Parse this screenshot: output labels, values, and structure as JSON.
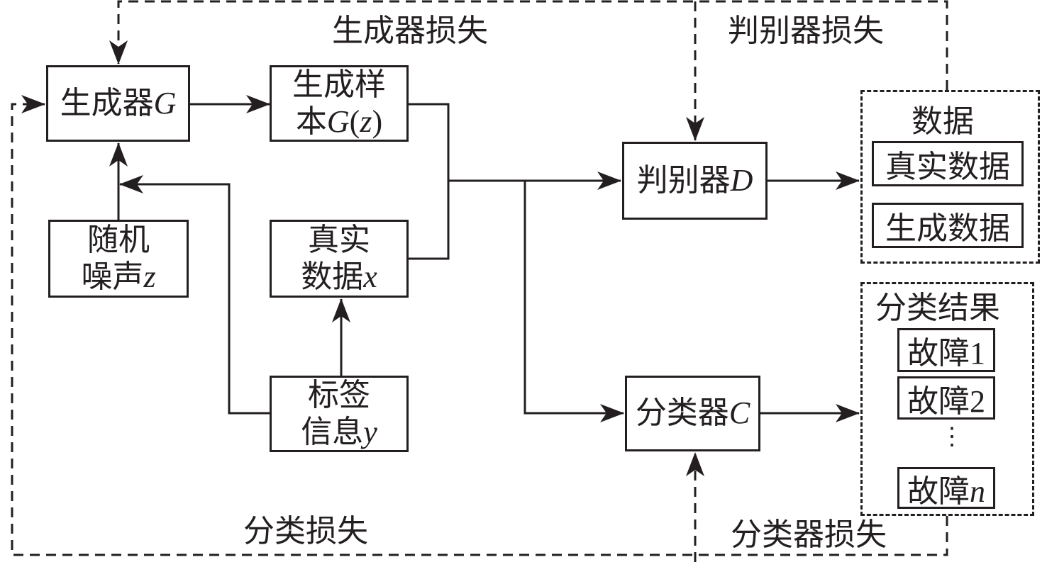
{
  "diagram": {
    "type": "flowchart",
    "title": "Conditional GAN based fault classification framework",
    "nodes": {
      "generator": {
        "label": "生成器",
        "symbol": "G"
      },
      "generated_sample": {
        "line1": "生成样",
        "line2": "本",
        "symbol": "G",
        "paren_open": "(",
        "arg": "z",
        "paren_close": ")"
      },
      "noise": {
        "line1": "随机",
        "line2": "噪声",
        "symbol": "z"
      },
      "real_data": {
        "line1": "真实",
        "line2": "数据",
        "symbol": "x"
      },
      "label_info": {
        "line1": "标签",
        "line2": "信息",
        "symbol": "y"
      },
      "discriminator": {
        "label": "判别器",
        "symbol": "D"
      },
      "classifier": {
        "label": "分类器",
        "symbol": "C"
      }
    },
    "groups": {
      "data": {
        "title": "数据",
        "items": [
          "真实数据",
          "生成数据"
        ]
      },
      "classification_result": {
        "title": "分类结果",
        "items": [
          {
            "text": "故障",
            "index": "1",
            "italic": false
          },
          {
            "text": "故障",
            "index": "2",
            "italic": false
          },
          {
            "text": "故障",
            "index": "n",
            "italic": true
          }
        ],
        "ellipsis": "⋮"
      }
    },
    "loss_labels": {
      "generator_loss": "生成器损失",
      "discriminator_loss": "判别器损失",
      "classification_loss": "分类损失",
      "classifier_loss": "分类器损失"
    },
    "edges": [
      {
        "from": "generator",
        "to": "generated_sample",
        "style": "solid"
      },
      {
        "from": "noise",
        "to": "generator",
        "style": "solid"
      },
      {
        "from": "label_info",
        "to": "generator",
        "style": "solid"
      },
      {
        "from": "label_info",
        "to": "real_data",
        "style": "solid"
      },
      {
        "from": "generated_sample",
        "to": "discriminator",
        "style": "solid"
      },
      {
        "from": "real_data",
        "to": "discriminator",
        "style": "solid"
      },
      {
        "from": "generated_sample",
        "to": "classifier",
        "style": "solid"
      },
      {
        "from": "real_data",
        "to": "classifier",
        "style": "solid"
      },
      {
        "from": "discriminator",
        "to": "data",
        "style": "solid"
      },
      {
        "from": "classifier",
        "to": "classification_result",
        "style": "solid"
      },
      {
        "from": "data",
        "to": "generator",
        "style": "dashed",
        "label": "生成器损失"
      },
      {
        "from": "data",
        "to": "discriminator",
        "style": "dashed",
        "label": "判别器损失"
      },
      {
        "from": "classification_result",
        "to": "generator",
        "style": "dashed",
        "label": "分类损失"
      },
      {
        "from": "classification_result",
        "to": "classifier",
        "style": "dashed",
        "label": "分类器损失"
      }
    ]
  }
}
